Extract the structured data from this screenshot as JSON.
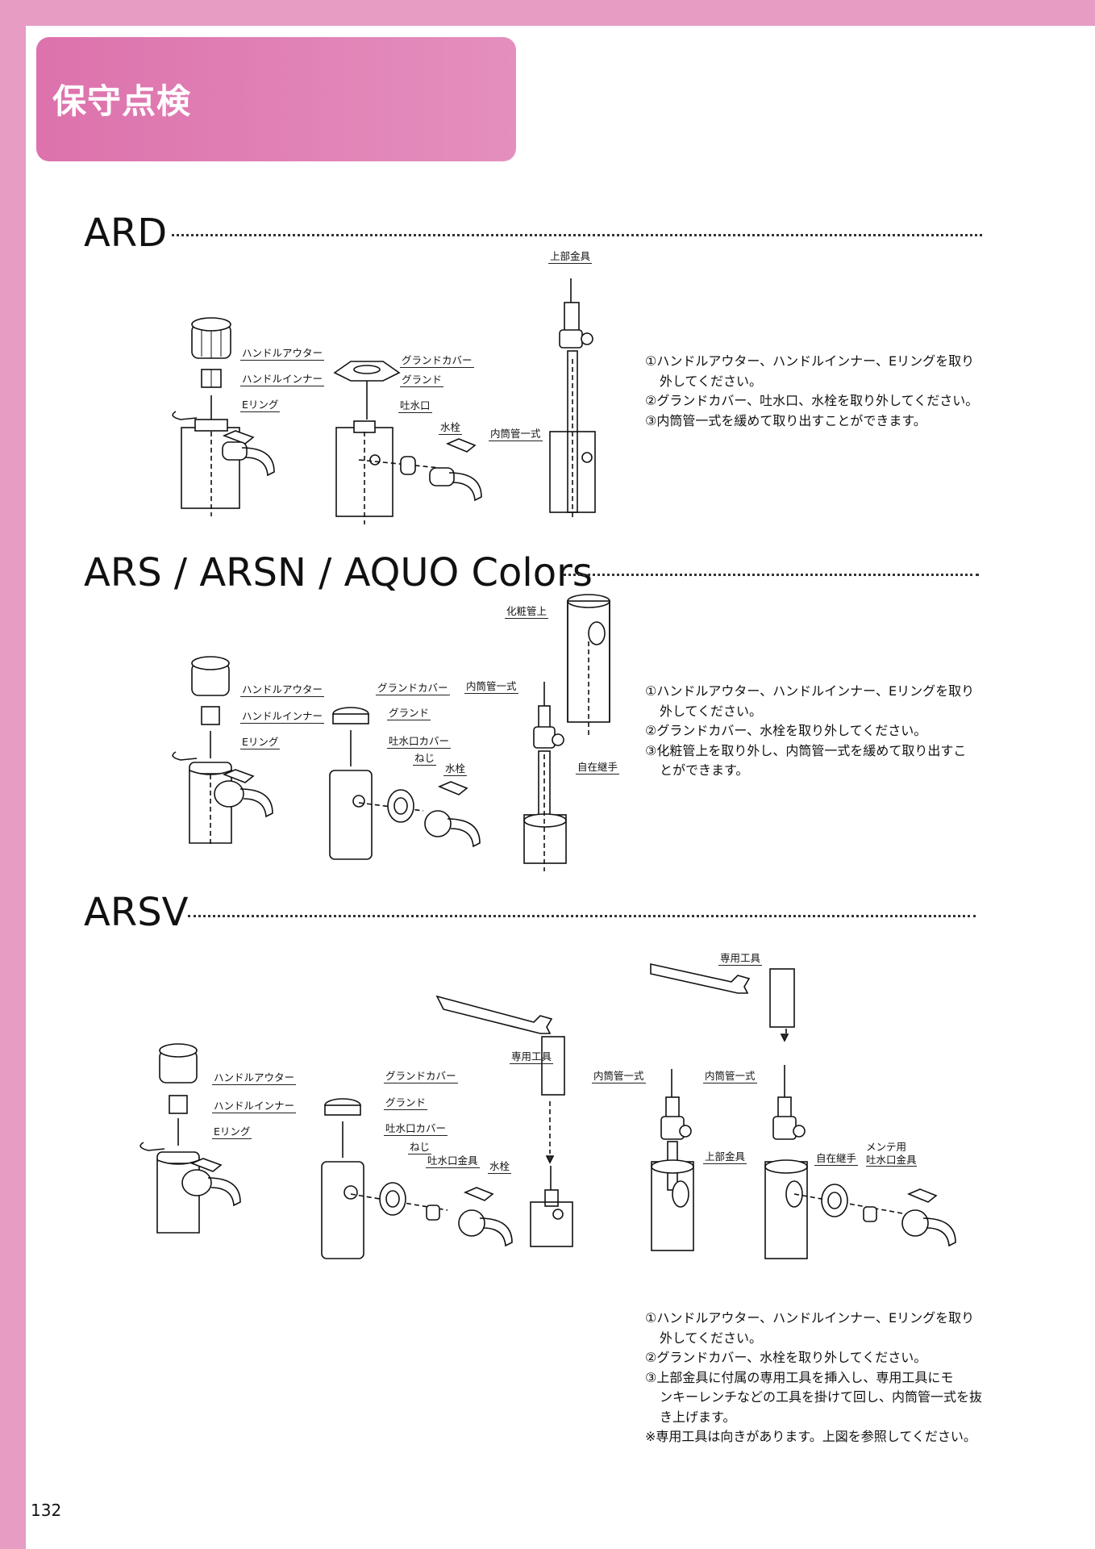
{
  "header": {
    "title": "保守点検"
  },
  "sections": [
    {
      "heading": "ARD",
      "labels": {
        "handle_outer": "ハンドルアウター",
        "handle_inner": "ハンドルインナー",
        "e_ring": "Eリング",
        "gland_cover": "グランドカバー",
        "gland": "グランド",
        "spout": "吐水口",
        "faucet": "水栓",
        "inner_pipe_set": "内筒管一式",
        "upper_fitting": "上部金具"
      },
      "steps": [
        "①ハンドルアウター、ハンドルインナー、Eリングを取り",
        "外してください。",
        "②グランドカバー、吐水口、水栓を取り外してください。",
        "③内筒管一式を緩めて取り出すことができます。"
      ]
    },
    {
      "heading": "ARS / ARSN  / AQUO Colors",
      "labels": {
        "handle_outer": "ハンドルアウター",
        "handle_inner": "ハンドルインナー",
        "e_ring": "Eリング",
        "gland_cover": "グランドカバー",
        "gland": "グランド",
        "spout_cover": "吐水口カバー",
        "screw": "ねじ",
        "faucet": "水栓",
        "inner_pipe_set": "内筒管一式",
        "decor_pipe_upper": "化粧管上",
        "swivel_joint": "自在継手"
      },
      "steps": [
        "①ハンドルアウター、ハンドルインナー、Eリングを取り",
        "外してください。",
        "②グランドカバー、水栓を取り外してください。",
        "③化粧管上を取り外し、内筒管一式を緩めて取り出すこ",
        "とができます。"
      ]
    },
    {
      "heading": "ARSV",
      "labels": {
        "handle_outer": "ハンドルアウター",
        "handle_inner": "ハンドルインナー",
        "e_ring": "Eリング",
        "gland_cover": "グランドカバー",
        "gland": "グランド",
        "spout_cover": "吐水口カバー",
        "screw": "ねじ",
        "spout_fitting": "吐水口金具",
        "faucet": "水栓",
        "special_tool_1": "専用工具",
        "special_tool_2": "専用工具",
        "inner_pipe_set_1": "内筒管一式",
        "inner_pipe_set_2": "内筒管一式",
        "upper_fitting": "上部金具",
        "swivel_joint": "自在継手",
        "maint_line1": "メンテ用",
        "maint_line2": "吐水口金具"
      },
      "steps": [
        "①ハンドルアウター、ハンドルインナー、Eリングを取り",
        "外してください。",
        "②グランドカバー、水栓を取り外してください。",
        "③上部金具に付属の専用工具を挿入し、専用工具にモ",
        "ンキーレンチなどの工具を掛けて回し、内筒管一式を抜",
        "き上げます。",
        "※専用工具は向きがあります。上図を参照してください。"
      ]
    }
  ],
  "footer": {
    "page_number": "132"
  }
}
